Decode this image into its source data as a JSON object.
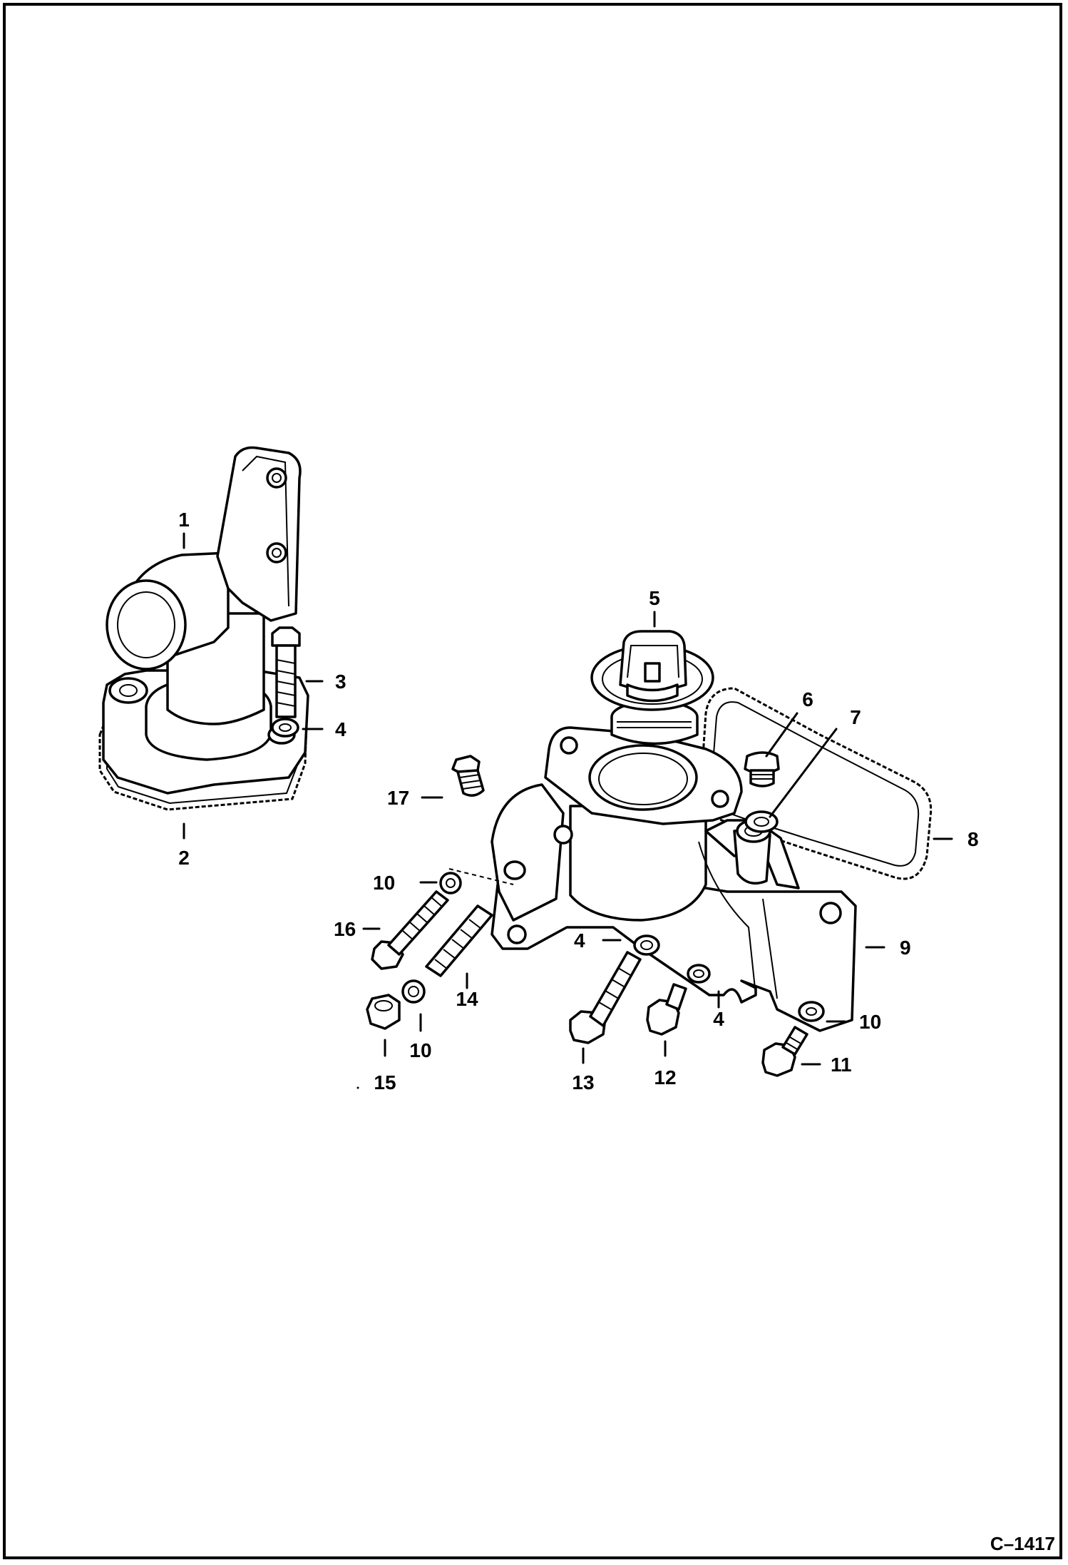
{
  "figure": {
    "reference": "C–1417",
    "callouts": [
      {
        "id": "c1",
        "label": "1"
      },
      {
        "id": "c2",
        "label": "2"
      },
      {
        "id": "c3",
        "label": "3"
      },
      {
        "id": "c4a",
        "label": "4"
      },
      {
        "id": "c5",
        "label": "5"
      },
      {
        "id": "c6",
        "label": "6"
      },
      {
        "id": "c7",
        "label": "7"
      },
      {
        "id": "c8",
        "label": "8"
      },
      {
        "id": "c9",
        "label": "9"
      },
      {
        "id": "c10a",
        "label": "10"
      },
      {
        "id": "c16",
        "label": "16"
      },
      {
        "id": "c14",
        "label": "14"
      },
      {
        "id": "c17",
        "label": "17"
      },
      {
        "id": "c4b",
        "label": "4"
      },
      {
        "id": "c4c",
        "label": "4"
      },
      {
        "id": "c10b",
        "label": "10"
      },
      {
        "id": "c15",
        "label": "15"
      },
      {
        "id": "c13",
        "label": "13"
      },
      {
        "id": "c12",
        "label": "12"
      },
      {
        "id": "c10c",
        "label": "10"
      },
      {
        "id": "c11",
        "label": "11"
      }
    ]
  }
}
